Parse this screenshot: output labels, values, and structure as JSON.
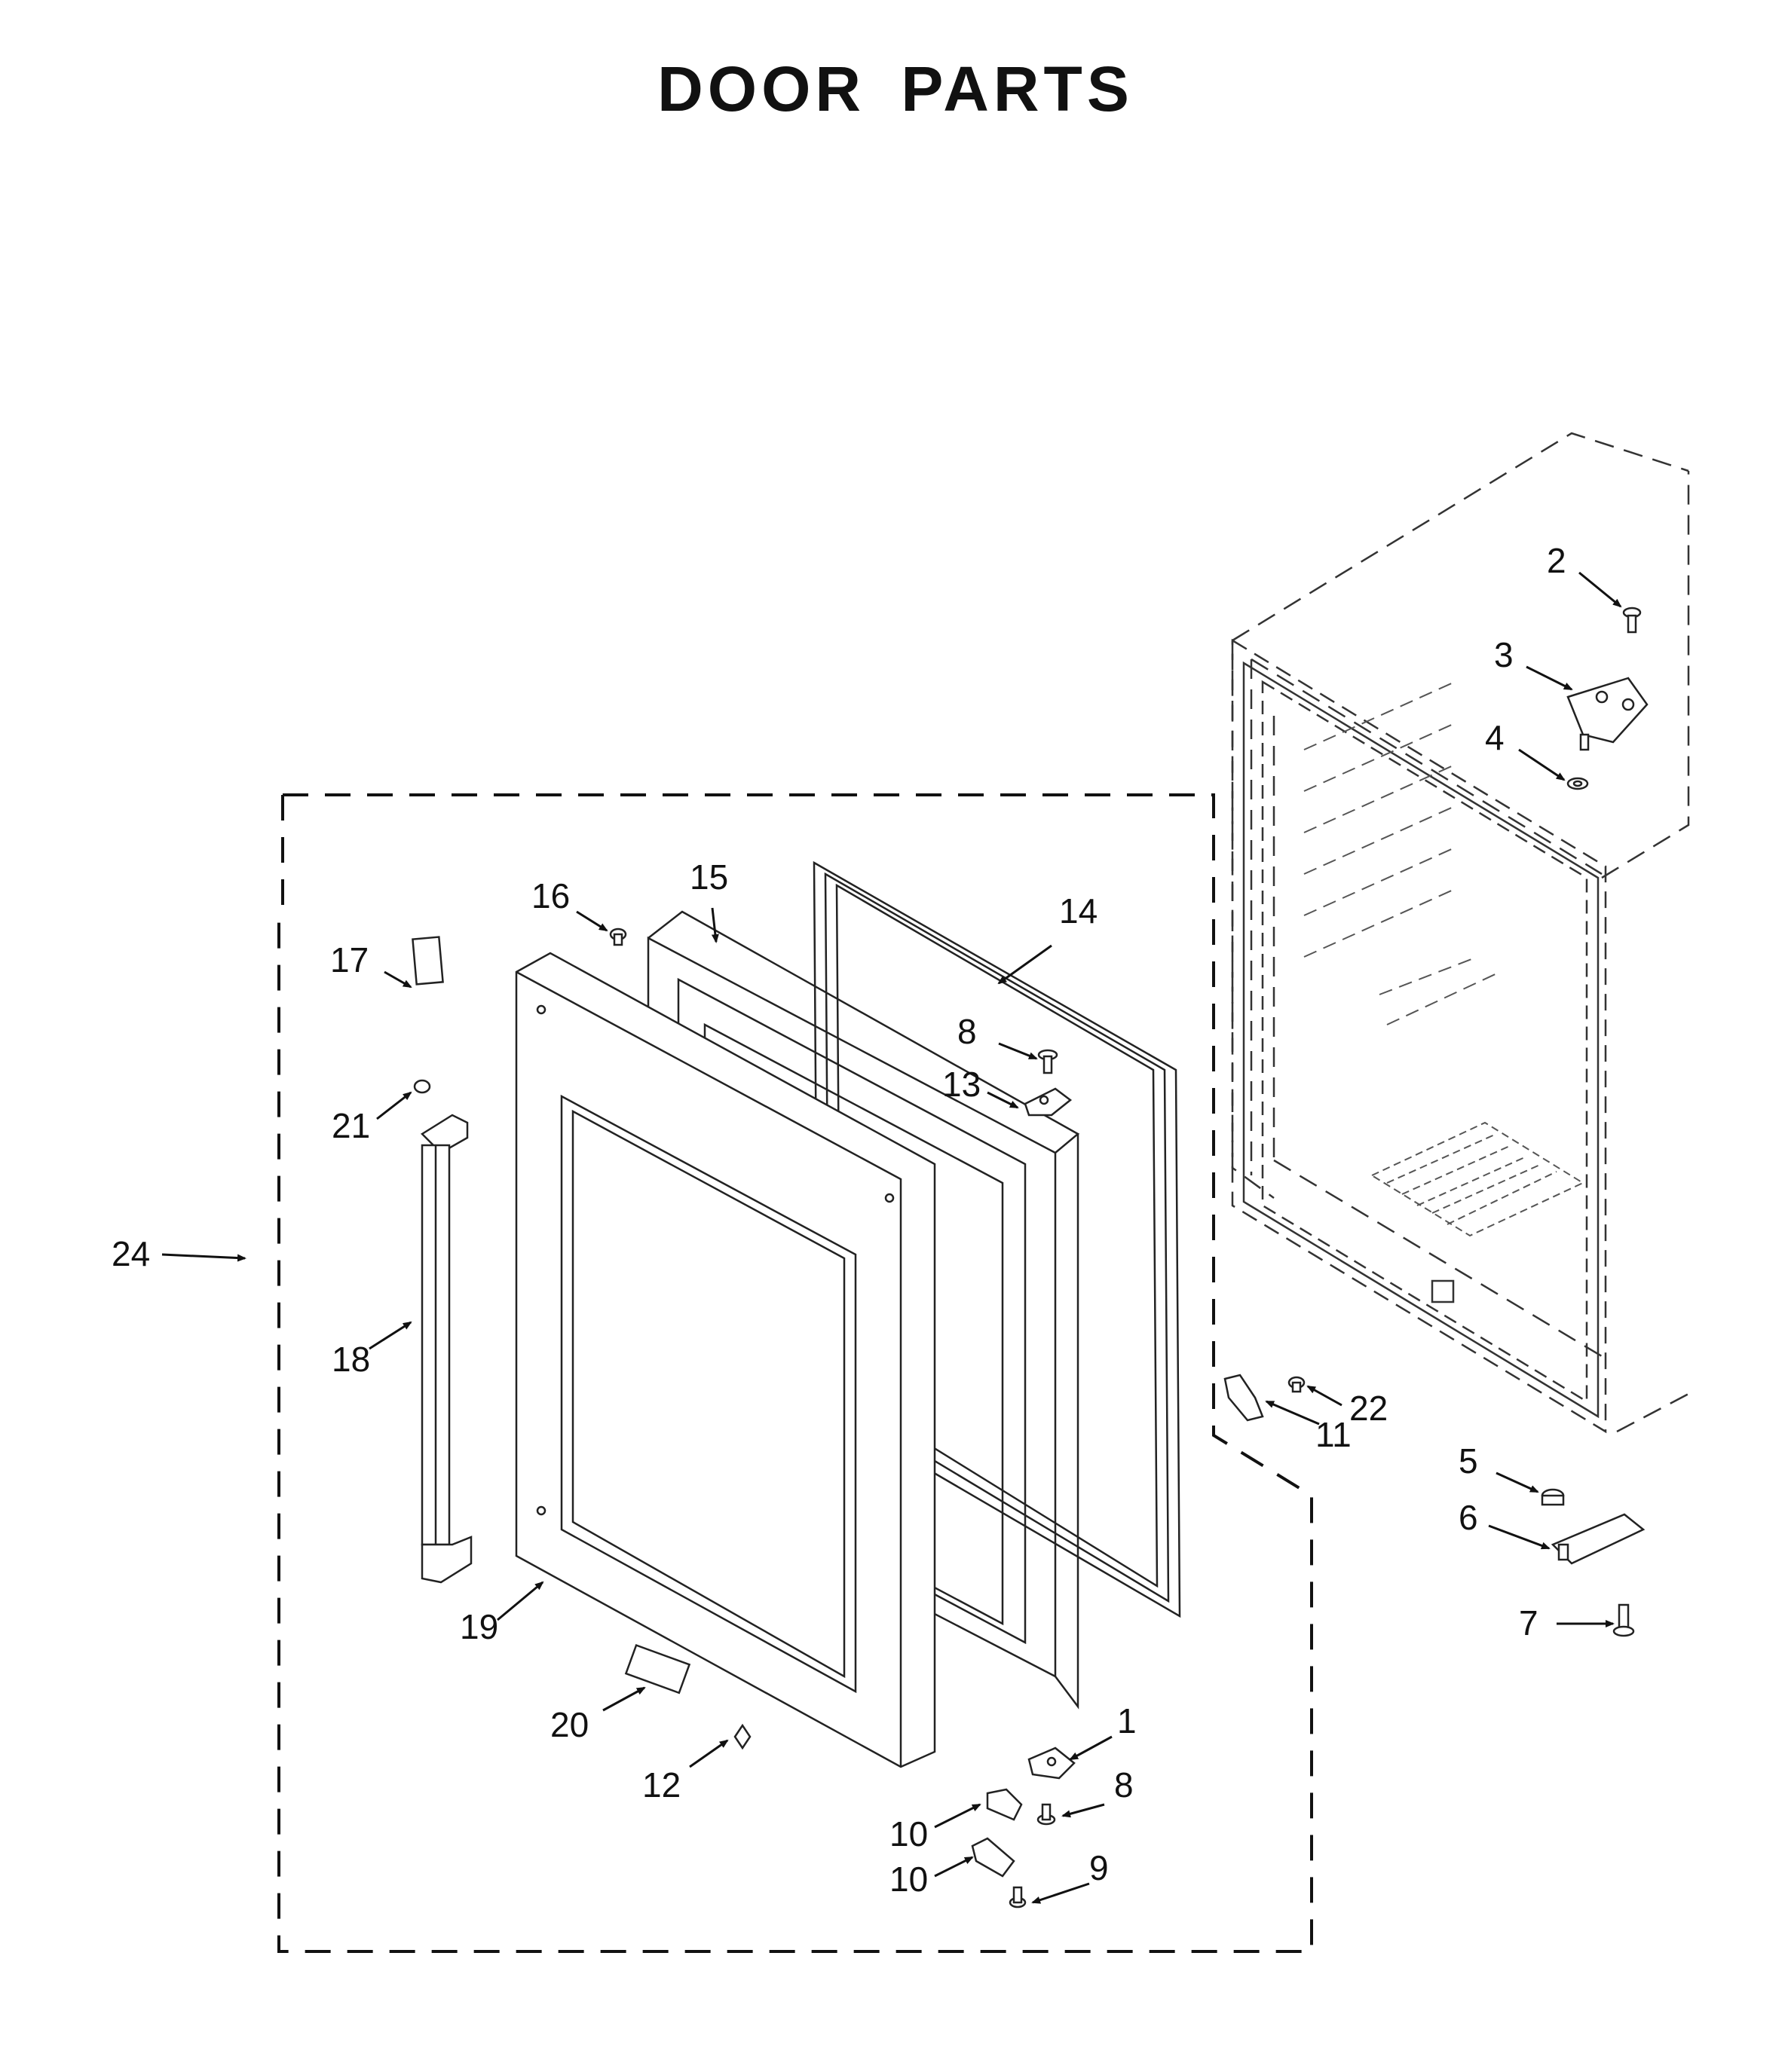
{
  "title": "DOOR PARTS",
  "callouts": [
    {
      "id": "c1",
      "label": "1"
    },
    {
      "id": "c2",
      "label": "2"
    },
    {
      "id": "c3",
      "label": "3"
    },
    {
      "id": "c4",
      "label": "4"
    },
    {
      "id": "c5",
      "label": "5"
    },
    {
      "id": "c6",
      "label": "6"
    },
    {
      "id": "c7",
      "label": "7"
    },
    {
      "id": "c8a",
      "label": "8"
    },
    {
      "id": "c8b",
      "label": "8"
    },
    {
      "id": "c9",
      "label": "9"
    },
    {
      "id": "c10",
      "label": "10"
    },
    {
      "id": "c11",
      "label": "11"
    },
    {
      "id": "c12",
      "label": "12"
    },
    {
      "id": "c13",
      "label": "13"
    },
    {
      "id": "c14",
      "label": "14"
    },
    {
      "id": "c15",
      "label": "15"
    },
    {
      "id": "c16",
      "label": "16"
    },
    {
      "id": "c17",
      "label": "17"
    },
    {
      "id": "c18",
      "label": "18"
    },
    {
      "id": "c19",
      "label": "19"
    },
    {
      "id": "c20",
      "label": "20"
    },
    {
      "id": "c21",
      "label": "21"
    },
    {
      "id": "c22",
      "label": "22"
    },
    {
      "id": "c23",
      "label": "23"
    },
    {
      "id": "c24",
      "label": "24"
    }
  ]
}
